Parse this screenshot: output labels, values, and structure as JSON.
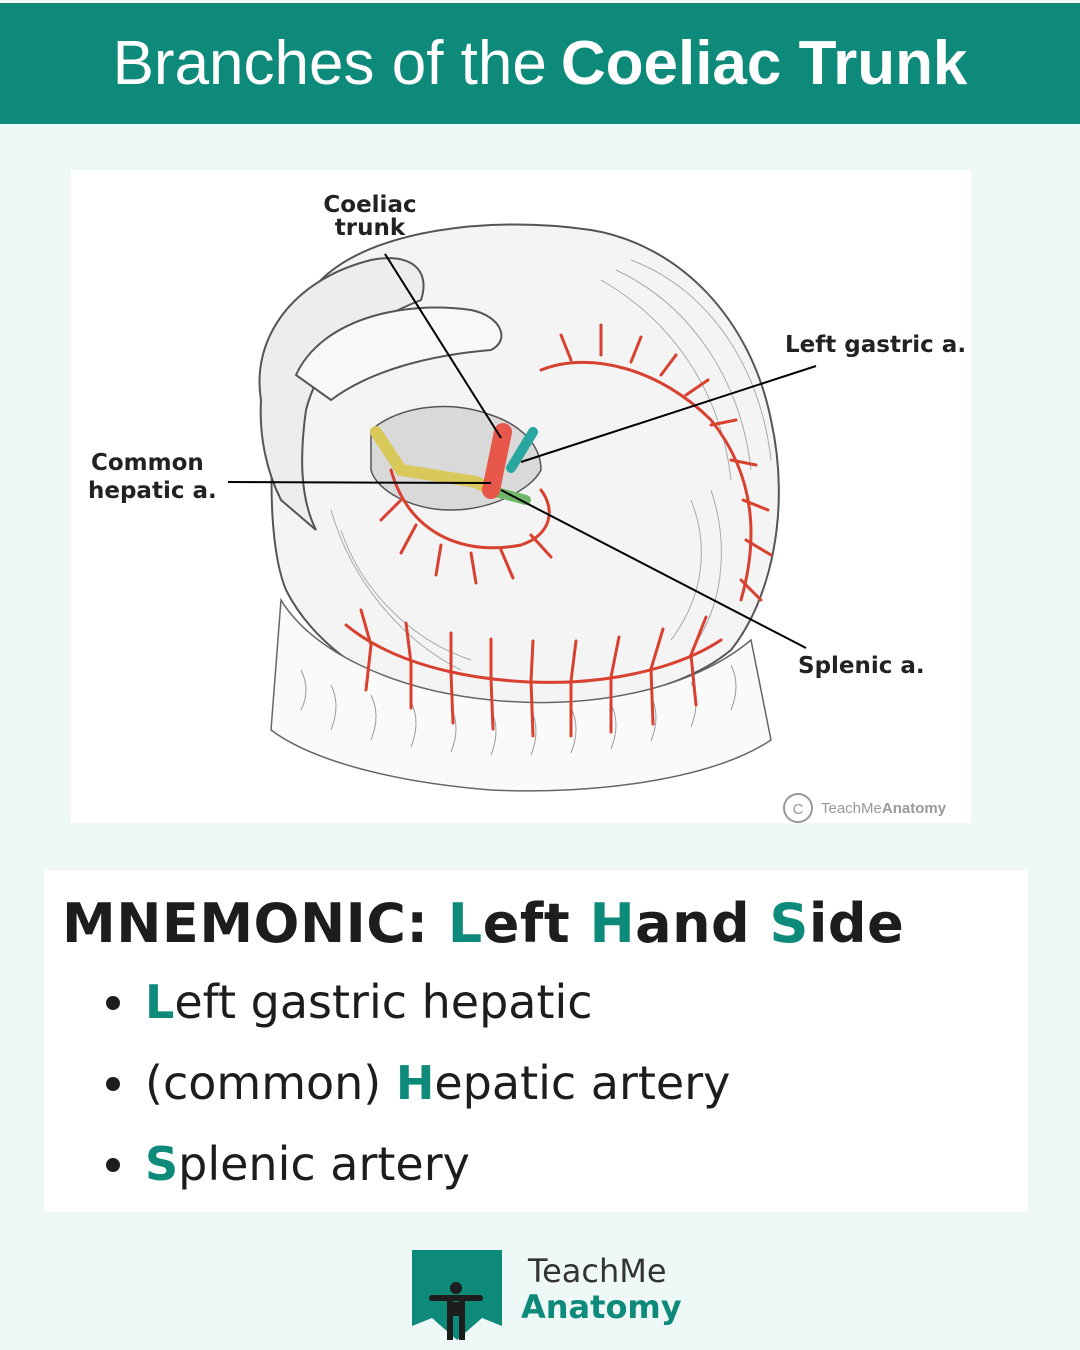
{
  "header": {
    "title_regular": "Branches of the",
    "title_bold": "Coeliac Trunk"
  },
  "figure": {
    "labels": {
      "coeliac_trunk_line1": "Coeliac",
      "coeliac_trunk_line2": "trunk",
      "left_gastric": "Left gastric a.",
      "common_hepatic_line1": "Common",
      "common_hepatic_line2": "hepatic a.",
      "splenic": "Splenic a."
    },
    "copyright_symbol": "C",
    "copyright_light": "TeachMe",
    "copyright_bold": "Anatomy",
    "colors": {
      "coeliac_trunk": "#e8584a",
      "left_gastric": "#2aa6a0",
      "common_hepatic": "#d9c85a",
      "splenic": "#6fb86a",
      "arteries": "#d8402f"
    }
  },
  "mnemonic": {
    "prefix": "MNEMONIC:",
    "word1_initial": "L",
    "word1_rest": "eft",
    "word2_initial": "H",
    "word2_rest": "and",
    "word3_initial": "S",
    "word3_rest": "ide",
    "items": [
      {
        "before": "",
        "initial": "L",
        "rest": "eft gastric hepatic"
      },
      {
        "before": "(common) ",
        "initial": "H",
        "rest": "epatic artery"
      },
      {
        "before": "",
        "initial": "S",
        "rest": "plenic artery"
      }
    ]
  },
  "logo": {
    "line1": "TeachMe",
    "line2": "Anatomy"
  },
  "accent_color": "#0d8a7a"
}
